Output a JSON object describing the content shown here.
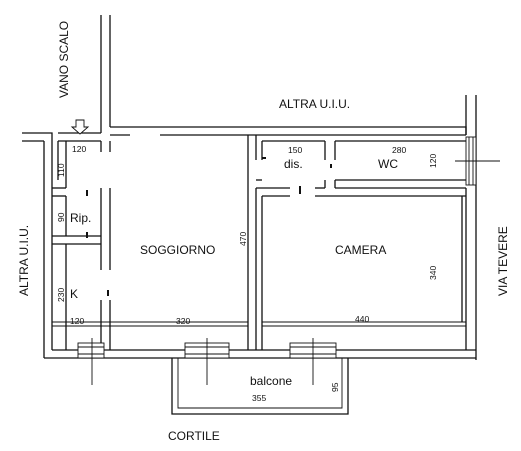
{
  "labels": {
    "vano_scalo": "VANO SCALO",
    "altra_top": "ALTRA U.I.U.",
    "altra_left": "ALTRA U.I.U.",
    "via_tevere": "VIA TEVERE",
    "cortile": "CORTILE",
    "soggiorno": "SOGGIORNO",
    "camera": "CAMERA",
    "wc": "WC",
    "dis": "dis.",
    "rip": "Rip.",
    "k": "K",
    "balcone": "balcone"
  },
  "dimensions": {
    "d120_top": "120",
    "d110": "110",
    "d90": "90",
    "d230": "230",
    "d120_bottom": "120",
    "d320": "320",
    "d470": "470",
    "d150": "150",
    "d280": "280",
    "d120_wc": "120",
    "d340": "340",
    "d440": "440",
    "d355": "355",
    "d95": "95"
  },
  "icons": {
    "entrance": "down-arrow-icon"
  }
}
